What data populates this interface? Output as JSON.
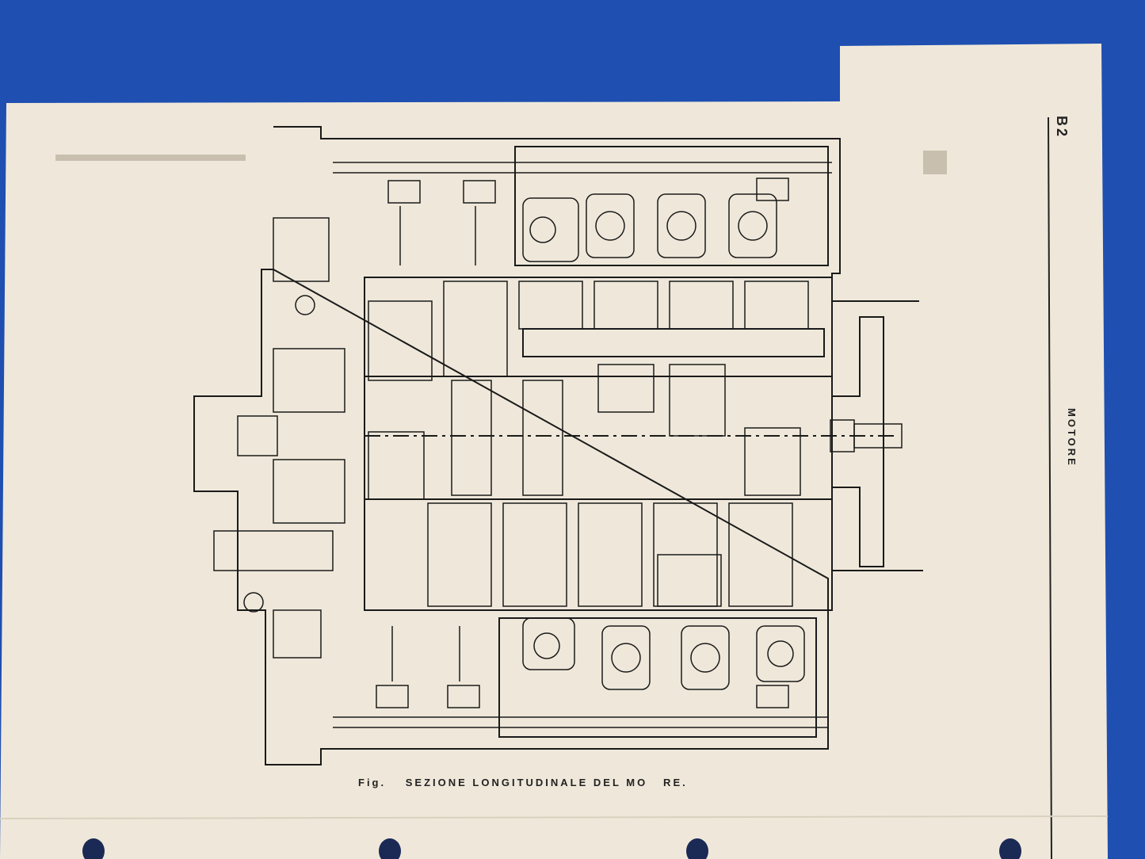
{
  "page": {
    "section_code": "B2",
    "section_title": "MOTORE",
    "figure_caption": {
      "prefix": "Fig.",
      "text": "SEZIONE LONGITUDINALE DEL MO   RE."
    }
  },
  "colors": {
    "background_blue": "#1f4fb0",
    "paper": "#efe8da",
    "ink": "#222222"
  }
}
